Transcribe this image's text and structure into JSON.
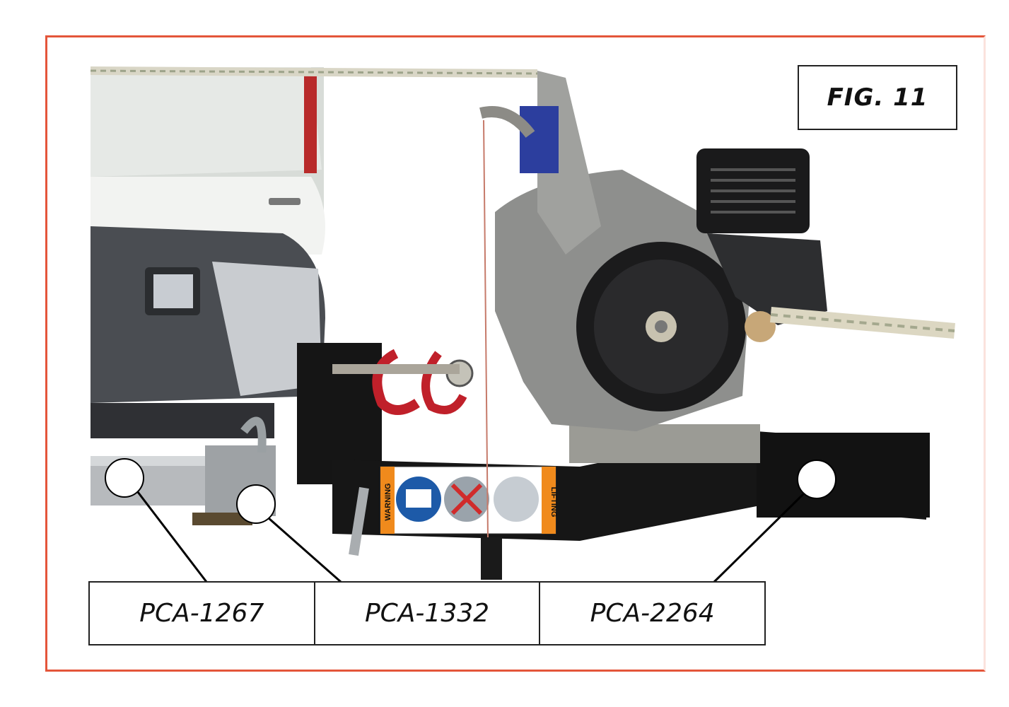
{
  "figure": {
    "label": "FIG. 11"
  },
  "callouts": [
    {
      "part_number": "PCA-1267"
    },
    {
      "part_number": "PCA-1332"
    },
    {
      "part_number": "PCA-2264"
    }
  ],
  "decal": {
    "warning_text": "WARNING",
    "lifting_text": "LIFTING"
  },
  "colors": {
    "frame_border": "#e4553a",
    "text": "#111111",
    "hook": "#c0202a",
    "decal_orange": "#f08a1c"
  }
}
